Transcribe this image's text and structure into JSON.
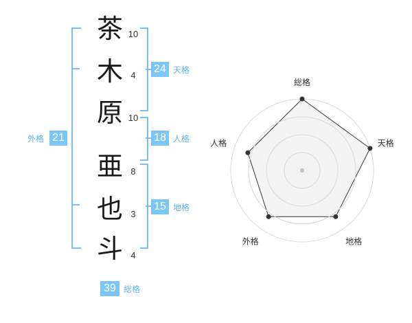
{
  "name": {
    "characters": [
      {
        "char": "茶",
        "strokes": "10"
      },
      {
        "char": "木",
        "strokes": "4"
      },
      {
        "char": "原",
        "strokes": "10"
      },
      {
        "char": "亜",
        "strokes": "8"
      },
      {
        "char": "也",
        "strokes": "3"
      },
      {
        "char": "斗",
        "strokes": "4"
      }
    ]
  },
  "fortunes": {
    "tenkaku": {
      "label": "天格",
      "value": "24"
    },
    "jinkaku": {
      "label": "人格",
      "value": "18"
    },
    "chikaku": {
      "label": "地格",
      "value": "15"
    },
    "gaikaku": {
      "label": "外格",
      "value": "21"
    },
    "soukaku": {
      "label": "総格",
      "value": "39"
    }
  },
  "colors": {
    "accent": "#7cc6f6",
    "bracket": "#7cc1ee",
    "label": "#5bb4ea",
    "radar_fill": "#f2f2f2",
    "radar_grid": "#d9d9d9",
    "radar_line": "#333333"
  },
  "chart_data": {
    "type": "radar",
    "axes": [
      "総格",
      "天格",
      "地格",
      "外格",
      "人格"
    ],
    "series": [
      {
        "values": [
          1.0,
          1.0,
          0.8,
          0.8,
          0.8
        ]
      }
    ],
    "range": [
      0,
      1
    ],
    "grid_rings": 4
  }
}
